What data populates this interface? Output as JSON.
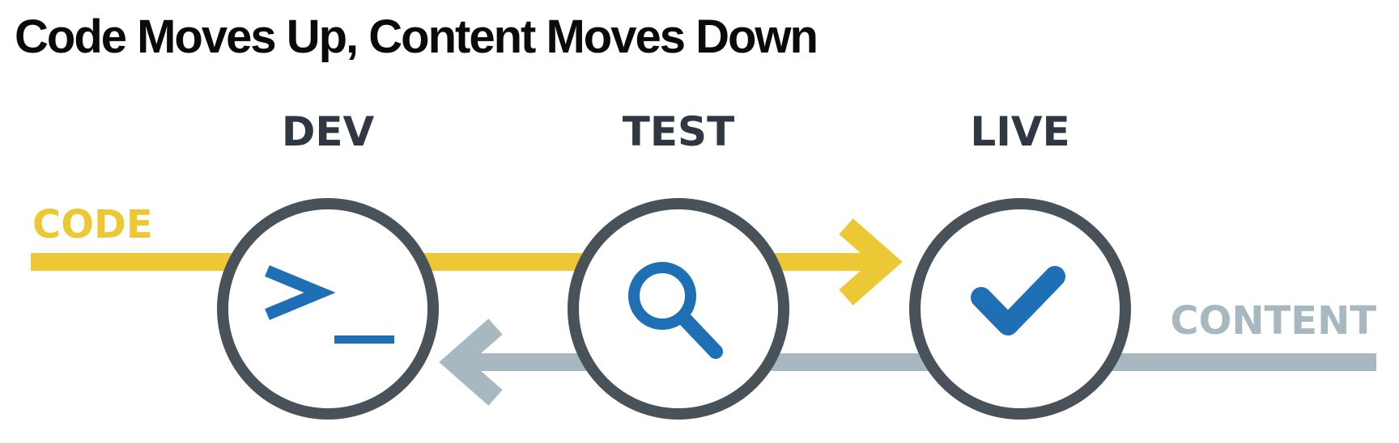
{
  "title": "Code Moves Up, Content Moves Down",
  "stages": [
    {
      "label": "DEV",
      "icon": "terminal-prompt-icon"
    },
    {
      "label": "TEST",
      "icon": "magnifier-icon"
    },
    {
      "label": "LIVE",
      "icon": "checkmark-icon"
    }
  ],
  "flows": {
    "code": {
      "label": "CODE",
      "direction": "right",
      "color": "#ecc934"
    },
    "content": {
      "label": "CONTENT",
      "direction": "left",
      "color": "#a8b8c0"
    }
  },
  "colors": {
    "circle_stroke": "#4a5259",
    "icon": "#1f6fb5",
    "stage_label": "#2f3842"
  }
}
